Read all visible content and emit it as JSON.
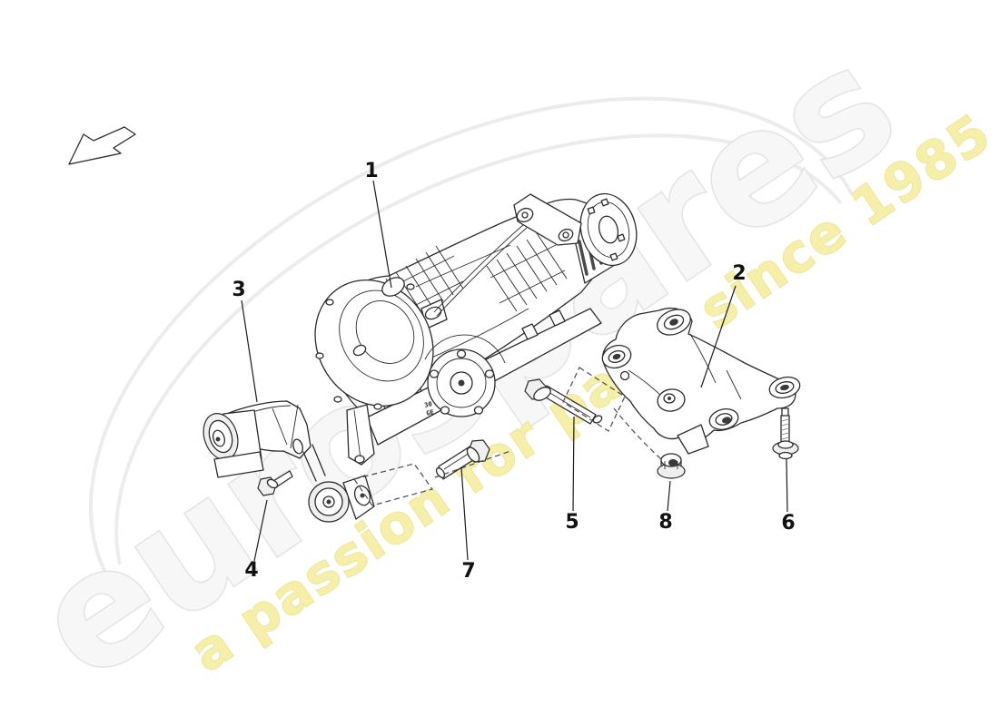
{
  "watermark": {
    "brand": "eurospares",
    "tagline": "a passion for parts since 1985",
    "brand_fill": "#f7f7f7",
    "brand_outline": "#e3e3e3",
    "tagline_fill": "#f5efa9",
    "tagline_outline": "#e9df8e",
    "swoosh_color": "#ececec",
    "rotation_deg": -34
  },
  "arrow_icon": "direction-arrow-down-left",
  "diagram": {
    "type": "exploded-parts-diagram",
    "background": "#ffffff",
    "line_color": "#2b2b2b",
    "callouts": [
      {
        "label": "1",
        "part": "final-drive-assembly"
      },
      {
        "label": "2",
        "part": "mount-bracket-right"
      },
      {
        "label": "3",
        "part": "mount-bracket-left"
      },
      {
        "label": "4",
        "part": "hex-flange-bolt-short"
      },
      {
        "label": "5",
        "part": "hex-bolt-long"
      },
      {
        "label": "6",
        "part": "washer-head-bolt"
      },
      {
        "label": "7",
        "part": "hex-bolt-long"
      },
      {
        "label": "8",
        "part": "hex-flange-nut"
      }
    ],
    "casting_marks": [
      "30",
      "GE"
    ]
  }
}
